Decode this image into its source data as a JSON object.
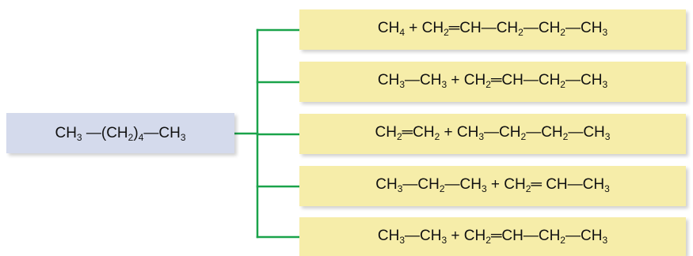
{
  "reactant": {
    "parts": [
      "CH",
      "3",
      " —(CH",
      "2",
      ")",
      "4",
      "—CH",
      "3"
    ]
  },
  "products": [
    {
      "parts": [
        "CH",
        "4",
        " + CH",
        "2",
        "═CH—CH",
        "2",
        "—CH",
        "2",
        "—CH",
        "3"
      ]
    },
    {
      "parts": [
        "CH",
        "3",
        "—CH",
        "3",
        " + CH",
        "2",
        "═CH—CH",
        "2",
        "—CH",
        "3"
      ]
    },
    {
      "parts": [
        "CH",
        "2",
        "═CH",
        "2",
        " + CH",
        "3",
        "—CH",
        "2",
        "—CH",
        "2",
        "—CH",
        "3"
      ]
    },
    {
      "parts": [
        "CH",
        "3",
        "—CH",
        "2",
        "—CH",
        "3",
        " + CH",
        "2",
        "═ CH—CH",
        "3"
      ]
    },
    {
      "parts": [
        "CH",
        "3",
        "—CH",
        "3",
        " + CH",
        "2",
        "═CH—CH",
        "2",
        "—CH",
        "3"
      ]
    }
  ],
  "colors": {
    "reactant_fill": "#d4daec",
    "product_fill": "#f6eda9",
    "connector": "#1aa34a"
  }
}
